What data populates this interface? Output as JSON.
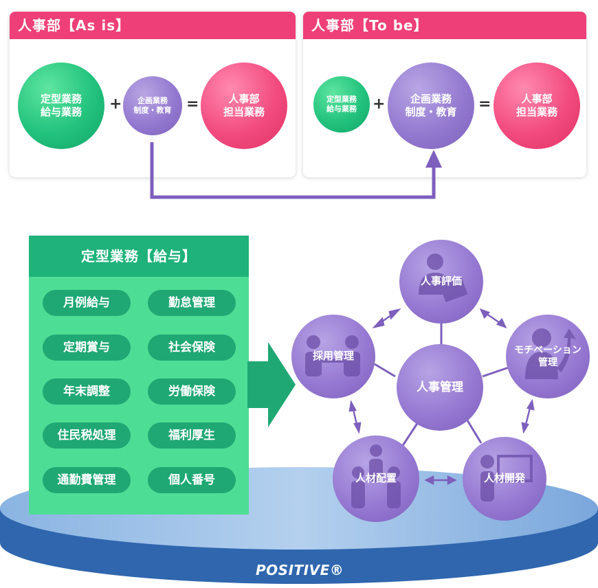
{
  "as_is_panel": {
    "title": "人事部【As is】",
    "circle_left": "定型業務\n給与業務",
    "circle_mid": "企画業務\n制度・教育",
    "circle_right": "人事部\n担当業務",
    "plus": "+",
    "equals": "="
  },
  "to_be_panel": {
    "title": "人事部【To be】",
    "circle_left": "定型業務\n給与業務",
    "circle_mid": "企画業務\n制度・教育",
    "circle_right": "人事部\n担当業務",
    "plus": "+",
    "equals": "="
  },
  "routine_box": {
    "title": "定型業務【給与】",
    "items": [
      "月例給与",
      "勤怠管理",
      "定期賞与",
      "社会保険",
      "年末調整",
      "労働保険",
      "住民税処理",
      "福利厚生",
      "通勤費管理",
      "個人番号"
    ]
  },
  "hr_network": {
    "center": "人事管理",
    "nodes": [
      "人事評価",
      "モチベーション\n管理",
      "人材開発",
      "人材配置",
      "採用管理"
    ]
  },
  "brand": "POSITIVE®",
  "colors": {
    "pink": "#ef3f78",
    "green": "#22c27d",
    "purple": "#9479d0",
    "platform_blue": "#3d7fc6"
  }
}
